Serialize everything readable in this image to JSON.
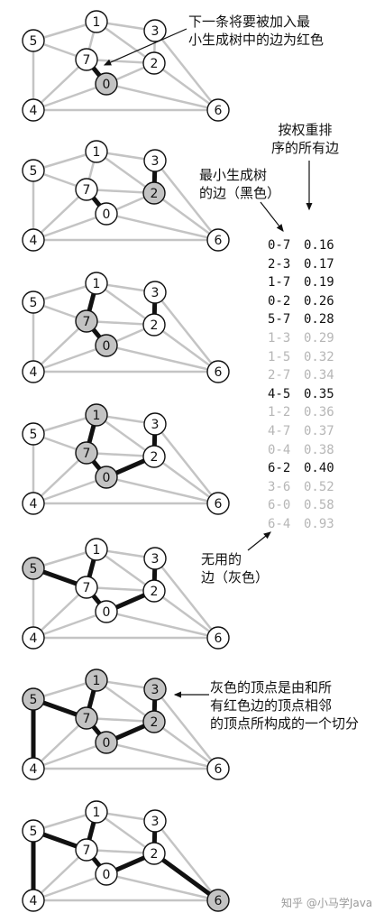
{
  "colors": {
    "ink": "#111111",
    "gray_edge": "#c4c4c4",
    "gray_text": "#b6b6b6",
    "cut_vertex": "#c3c3c3",
    "tree_edge": "#111111"
  },
  "annotations": {
    "next_edge": [
      "下一条将要被加入最",
      "小生成树中的边为红色"
    ],
    "sorted_edges": [
      "按权重排",
      "序的所有边"
    ],
    "mst_edges": [
      "最小生成树",
      "的边（黑色）"
    ],
    "useless_edges": [
      "无用的",
      "边（灰色）"
    ],
    "cut_note": [
      "灰色的顶点是由和所",
      "有红色边的顶点相邻",
      "的顶点所构成的一个切分"
    ]
  },
  "sorted_edge_list": [
    {
      "edge": "0-7",
      "weight": "0.16",
      "status": "tree"
    },
    {
      "edge": "2-3",
      "weight": "0.17",
      "status": "tree"
    },
    {
      "edge": "1-7",
      "weight": "0.19",
      "status": "tree"
    },
    {
      "edge": "0-2",
      "weight": "0.26",
      "status": "tree"
    },
    {
      "edge": "5-7",
      "weight": "0.28",
      "status": "tree"
    },
    {
      "edge": "1-3",
      "weight": "0.29",
      "status": "ineligible"
    },
    {
      "edge": "1-5",
      "weight": "0.32",
      "status": "ineligible"
    },
    {
      "edge": "2-7",
      "weight": "0.34",
      "status": "ineligible"
    },
    {
      "edge": "4-5",
      "weight": "0.35",
      "status": "tree"
    },
    {
      "edge": "1-2",
      "weight": "0.36",
      "status": "ineligible"
    },
    {
      "edge": "4-7",
      "weight": "0.37",
      "status": "ineligible"
    },
    {
      "edge": "0-4",
      "weight": "0.38",
      "status": "ineligible"
    },
    {
      "edge": "6-2",
      "weight": "0.40",
      "status": "tree"
    },
    {
      "edge": "3-6",
      "weight": "0.52",
      "status": "ineligible"
    },
    {
      "edge": "6-0",
      "weight": "0.58",
      "status": "ineligible"
    },
    {
      "edge": "6-4",
      "weight": "0.93",
      "status": "ineligible"
    }
  ],
  "graph": {
    "vertices": [
      "0",
      "1",
      "2",
      "3",
      "4",
      "5",
      "6",
      "7"
    ],
    "edges": [
      "0-7",
      "2-3",
      "1-7",
      "0-2",
      "5-7",
      "1-3",
      "1-5",
      "2-7",
      "4-5",
      "1-2",
      "4-7",
      "0-4",
      "6-2",
      "3-6",
      "6-0",
      "6-4"
    ]
  },
  "steps": [
    {
      "tree": [
        "0-7"
      ],
      "gray": [
        "0"
      ]
    },
    {
      "tree": [
        "0-7",
        "2-3"
      ],
      "gray": [
        "2"
      ]
    },
    {
      "tree": [
        "0-7",
        "2-3",
        "1-7"
      ],
      "gray": [
        "0",
        "7"
      ]
    },
    {
      "tree": [
        "0-7",
        "2-3",
        "1-7",
        "0-2"
      ],
      "gray": [
        "1",
        "7",
        "0"
      ]
    },
    {
      "tree": [
        "0-7",
        "2-3",
        "1-7",
        "0-2",
        "5-7"
      ],
      "gray": [
        "5"
      ]
    },
    {
      "tree": [
        "0-7",
        "2-3",
        "1-7",
        "0-2",
        "5-7",
        "4-5"
      ],
      "gray": [
        "1",
        "3",
        "5",
        "7",
        "0",
        "2"
      ]
    },
    {
      "tree": [
        "0-7",
        "2-3",
        "1-7",
        "0-2",
        "5-7",
        "4-5",
        "6-2"
      ],
      "gray": [
        "6"
      ]
    }
  ],
  "watermark": "知乎 @小马学Java"
}
